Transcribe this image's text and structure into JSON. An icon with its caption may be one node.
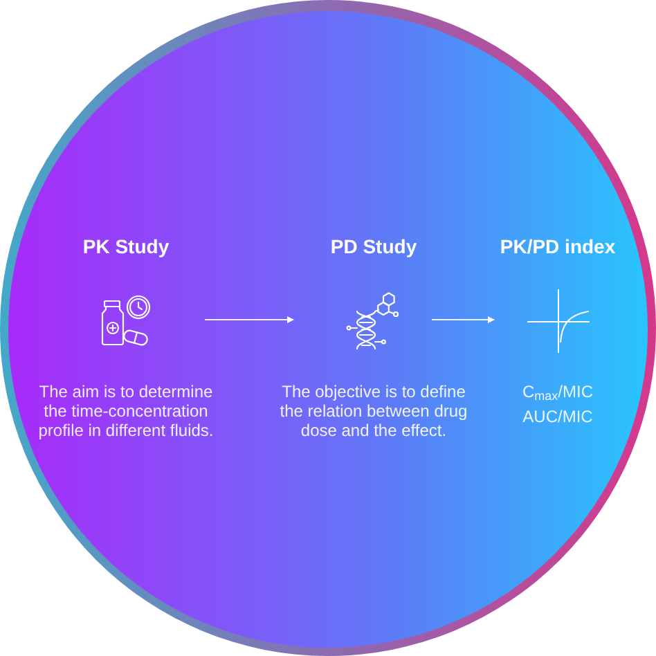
{
  "diagram": {
    "nodes": [
      {
        "text": [],
        "shape": "circle"
      },
      {
        "text": [],
        "shape": "picture",
        "in": 0,
        "beside": [
          "PK Study",
          "The aim is to determine the time-concentration profile in different fluids."
        ]
      },
      {
        "text": [],
        "shape": "picture",
        "in": 0,
        "beside": [
          "PD Study",
          "The objective is to define the relation between drug dose and the effect."
        ]
      },
      {
        "text": [],
        "shape": "picture",
        "in": 0,
        "beside": [
          "PK/PD index",
          "C$_{max}$/MIC",
          "AUC/MIC"
        ]
      }
    ],
    "edges": [
      {
        "from": 1,
        "to": 2,
        "arrow": "to"
      },
      {
        "from": 2,
        "to": 3,
        "arrow": "to"
      }
    ]
  }
}
